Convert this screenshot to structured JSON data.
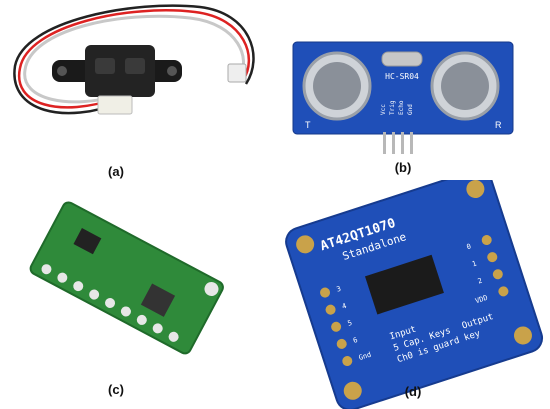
{
  "panels": [
    {
      "id": "a",
      "caption": "(a)"
    },
    {
      "id": "b",
      "caption": "(b)",
      "module_label": "HC-SR04",
      "pins": [
        "Vcc",
        "Trig",
        "Echo",
        "Gnd"
      ],
      "corner_left": "T",
      "corner_right": "R"
    },
    {
      "id": "c",
      "caption": "(c)"
    },
    {
      "id": "d",
      "caption": "(d)",
      "board_lines": [
        "AT42QT1070",
        "Standalone"
      ],
      "side_lines": [
        "Input",
        "5 Cap. Keys",
        "Ch0 is guard key",
        "Output"
      ],
      "pads": [
        "0",
        "1",
        "2",
        "3",
        "4",
        "5",
        "6",
        "VDD",
        "Gnd"
      ]
    }
  ],
  "colors": {
    "pcb_blue": "#1f4fb8",
    "pcb_green": "#2f8a3a",
    "sensor_black": "#1a1a1a",
    "pad_gold": "#c9a24a"
  }
}
